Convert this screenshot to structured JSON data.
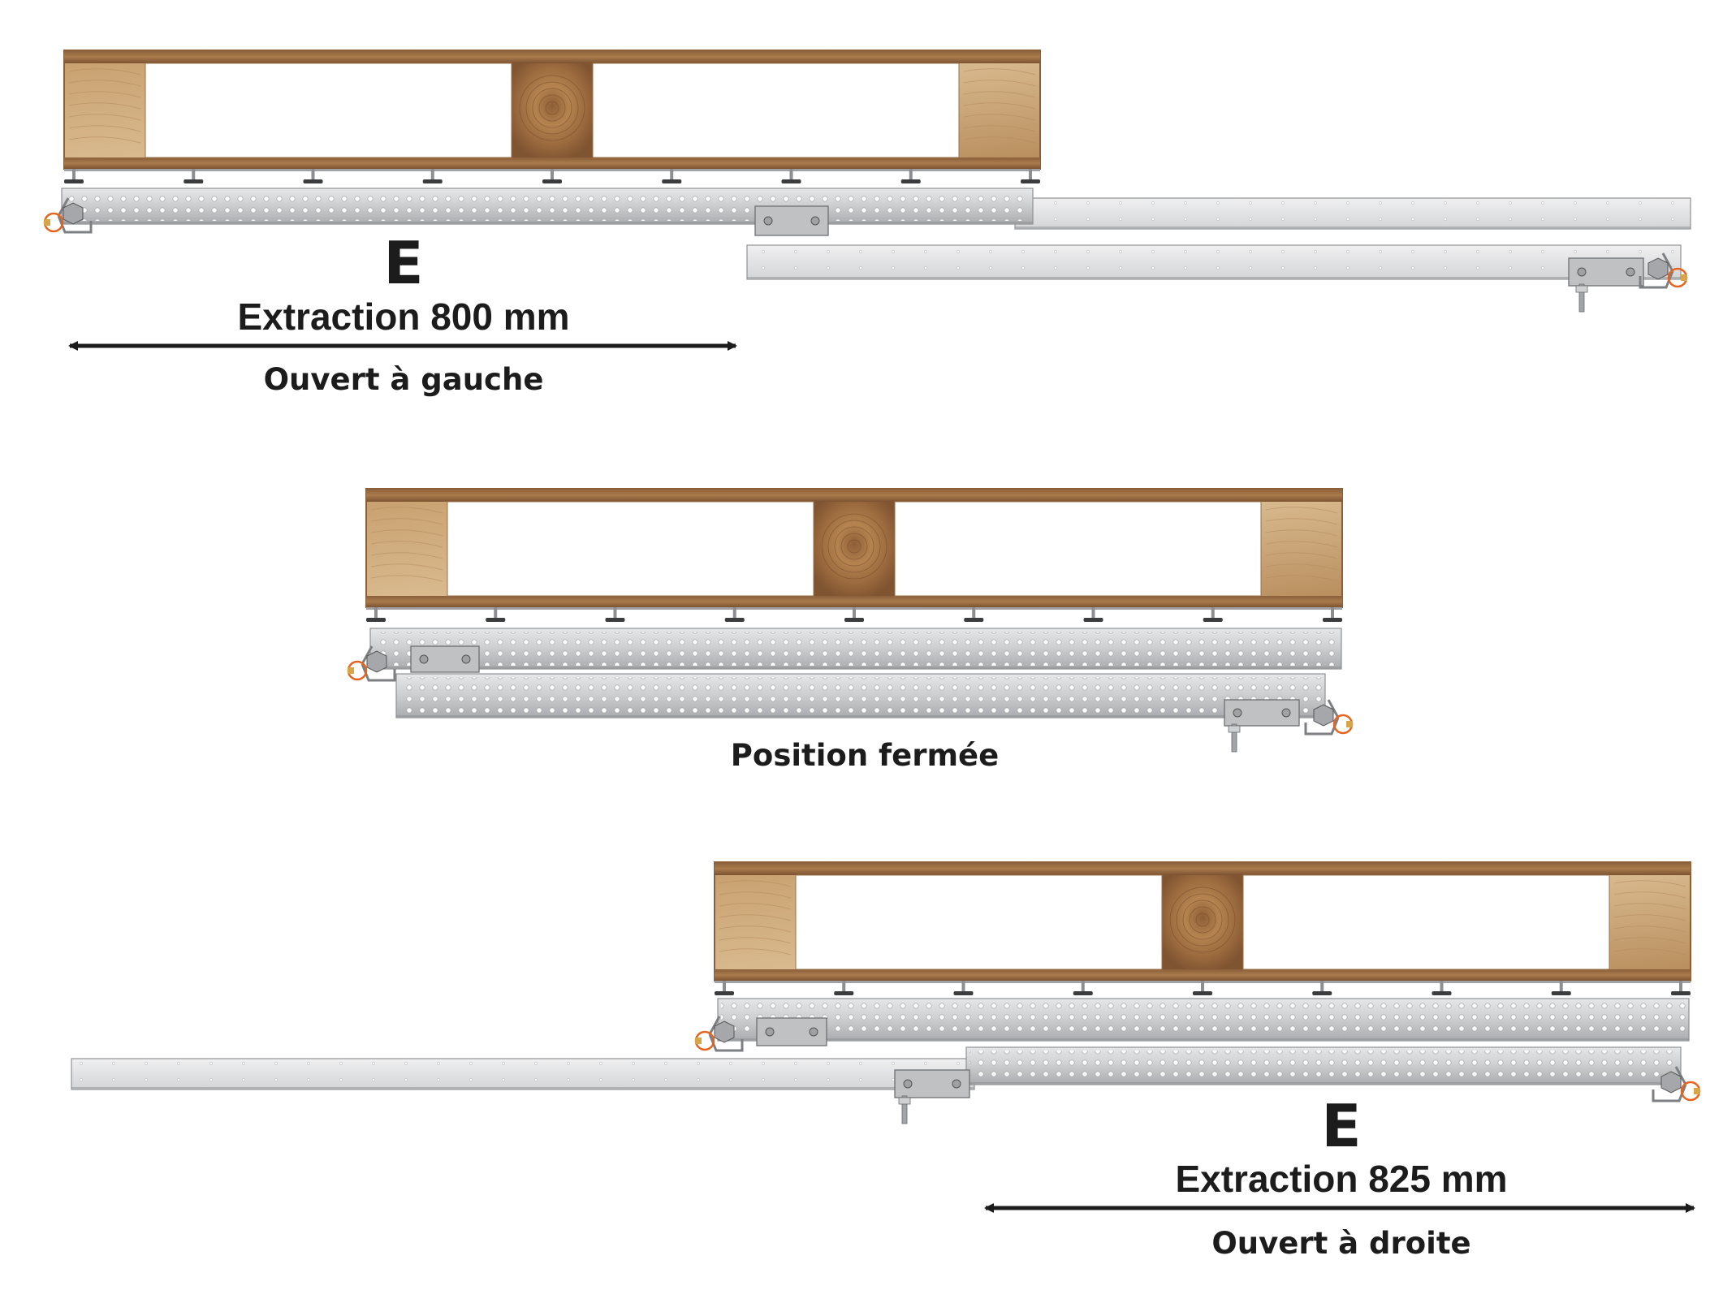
{
  "top": {
    "marker": "E",
    "extraction": "Extraction 800 mm",
    "caption": "Ouvert à gauche"
  },
  "middle": {
    "caption": "Position fermée"
  },
  "bottom": {
    "marker": "E",
    "extraction": "Extraction 825 mm",
    "caption": "Ouvert à droite"
  },
  "colors": {
    "wood_light": "#d9bb8f",
    "wood_dark": "#b68a5a",
    "wood_edge": "#8a5f3a",
    "steel": "#c9cacc",
    "steel_light": "#e2e3e5",
    "steel_dark": "#8f9194",
    "hook_accent": "#e8641e",
    "arrow": "#1c1c1c"
  }
}
